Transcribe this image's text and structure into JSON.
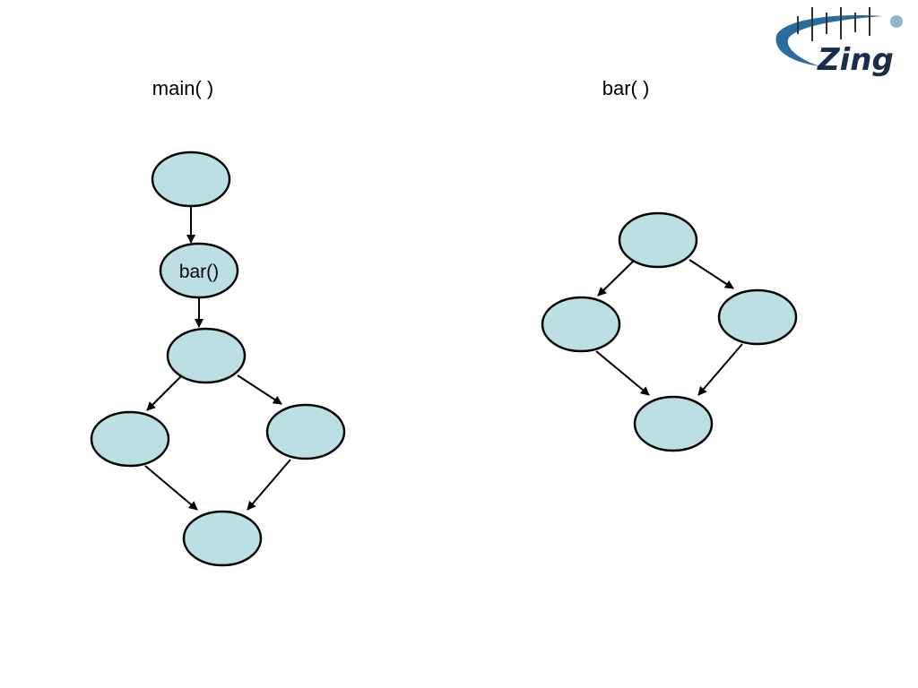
{
  "logo": {
    "text": "Zing",
    "icon": "zing-logo-icon",
    "text_color": "#1a2e4a",
    "accent_color": "#2b6c9e",
    "dot_color": "#8fb3cf"
  },
  "diagrams": {
    "main": {
      "title": "main( )",
      "call_node_label": "bar()"
    },
    "bar": {
      "title": "bar( )"
    }
  },
  "colors": {
    "node_fill": "#bcdfe3",
    "node_stroke": "#000000",
    "edge": "#000000"
  }
}
